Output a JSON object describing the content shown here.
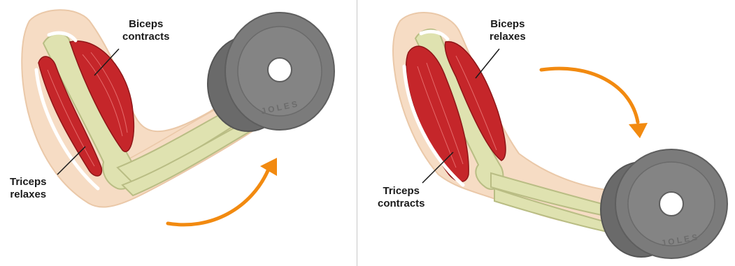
{
  "panels": [
    {
      "id": "flexion",
      "biceps_label": [
        "Biceps",
        "contracts"
      ],
      "triceps_label": [
        "Triceps",
        "relaxes"
      ],
      "arrow_direction": "up",
      "weight_text": "J O L E S"
    },
    {
      "id": "extension",
      "biceps_label": [
        "Biceps",
        "relaxes"
      ],
      "triceps_label": [
        "Triceps",
        "contracts"
      ],
      "arrow_direction": "down",
      "weight_text": "J O L E S"
    }
  ],
  "colors": {
    "skin": "#f6dcc4",
    "skin_outline": "#eac8a8",
    "bone": "#dfe2b0",
    "bone_outline": "#b9bd84",
    "muscle": "#c5262a",
    "muscle_dark": "#8e1618",
    "weight": "#7b7b7b",
    "weight_dark": "#5e5e5e",
    "arrow": "#f28a10"
  }
}
